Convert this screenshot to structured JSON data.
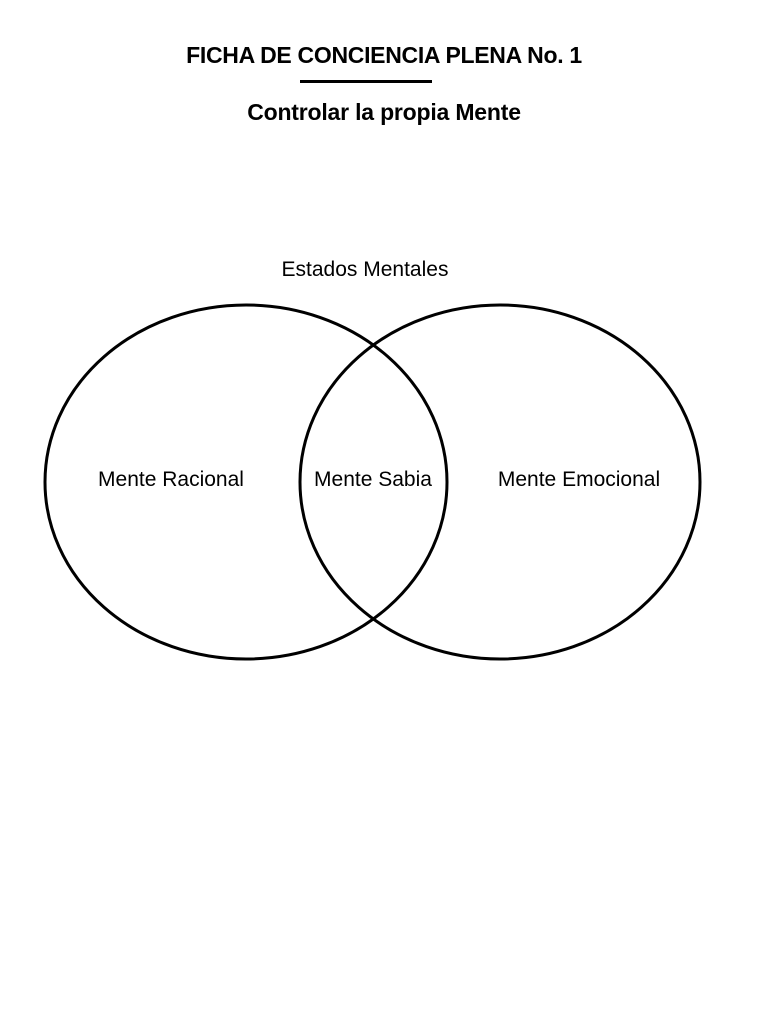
{
  "header": {
    "title": "FICHA DE CONCIENCIA PLENA No. 1",
    "subtitle": "Controlar la propia Mente"
  },
  "diagram": {
    "heading": "Estados Mentales",
    "left_label": "Mente Racional",
    "center_label": "Mente Sabia",
    "right_label": "Mente Emocional",
    "stroke_color": "#000000"
  }
}
